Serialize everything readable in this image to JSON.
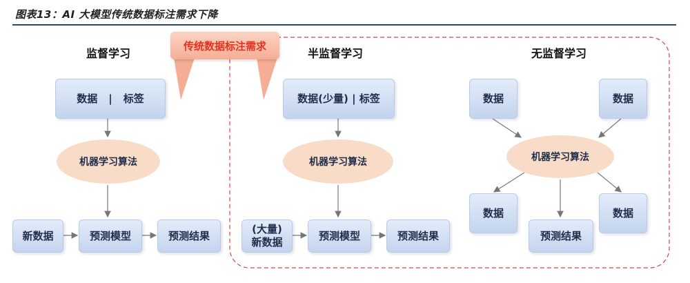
{
  "title": "图表13：AI 大模型传统数据标注需求下降",
  "callout": "传统数据标注需求",
  "supervised": {
    "heading": "监督学习",
    "data_label": "数据",
    "separator": "|",
    "tag_label": "标签",
    "algorithm": "机器学习算法",
    "input": "新数据",
    "model": "预测模型",
    "output": "预测结果"
  },
  "semi_supervised": {
    "heading": "半监督学习",
    "data_box": "数据(少量) | 标签",
    "algorithm": "机器学习算法",
    "input_line1": "(大量)",
    "input_line2": "新数据",
    "model": "预测模型",
    "output": "预测结果"
  },
  "unsupervised": {
    "heading": "无监督学习",
    "data_top_left": "数据",
    "data_top_right": "数据",
    "data_bottom_left": "数据",
    "data_bottom_right": "数据",
    "algorithm": "机器学习算法",
    "output": "预测结果"
  },
  "colors": {
    "callout_text": "#e03421",
    "dashed_border": "#e04040",
    "rule": "#2d4471",
    "box": "#c4d4ee",
    "ellipse": "#f9dcc8"
  }
}
